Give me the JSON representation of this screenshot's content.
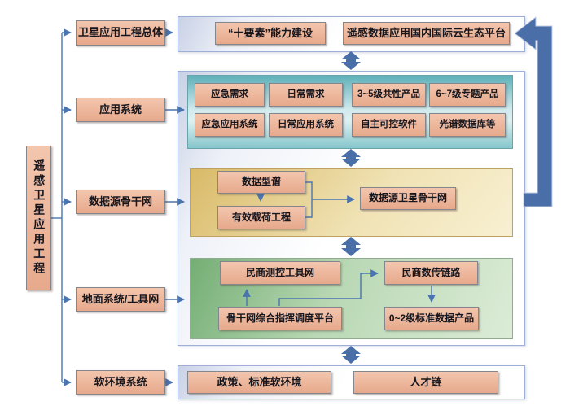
{
  "root": {
    "label": "遥感卫星应用工程"
  },
  "branches": [
    {
      "label": "卫星应用工程总体"
    },
    {
      "label": "应用系统"
    },
    {
      "label": "数据源骨干网"
    },
    {
      "label": "地面系统/工具网"
    },
    {
      "label": "软环境系统"
    }
  ],
  "overall": {
    "items": [
      "“十要素”能力建设",
      "遥感数据应用国内国际云生态平台"
    ]
  },
  "application": {
    "row1": [
      "应急需求",
      "日常需求",
      "3~5级共性产品",
      "6~7级专题产品"
    ],
    "row2": [
      "应急应用系统",
      "日常应用系统",
      "自主可控软件",
      "光谱数据库等"
    ]
  },
  "datasource": {
    "spectrum": "数据型谱",
    "payload": "有效载荷工程",
    "backbone": "数据源卫星骨干网"
  },
  "ground": {
    "tracking_net": "民商测控工具网",
    "data_link": "民商数传链路",
    "dispatch_platform": "骨干网综合指挥调度平台",
    "products": "0~2级标准数据产品"
  },
  "softenv": {
    "policy": "政策、标准软环境",
    "talent": "人才链"
  },
  "colors": {
    "node_fill": "#ecb69b",
    "node_border": "#85858c",
    "flow_arrow_blue": "#4a6fa8",
    "connector_blue": "#4a74b0",
    "teal_panel": "#7cc0c7",
    "yellow_panel": "#e3c887",
    "green_panel": "#8cba8a",
    "container_border": "#9dafd6"
  }
}
